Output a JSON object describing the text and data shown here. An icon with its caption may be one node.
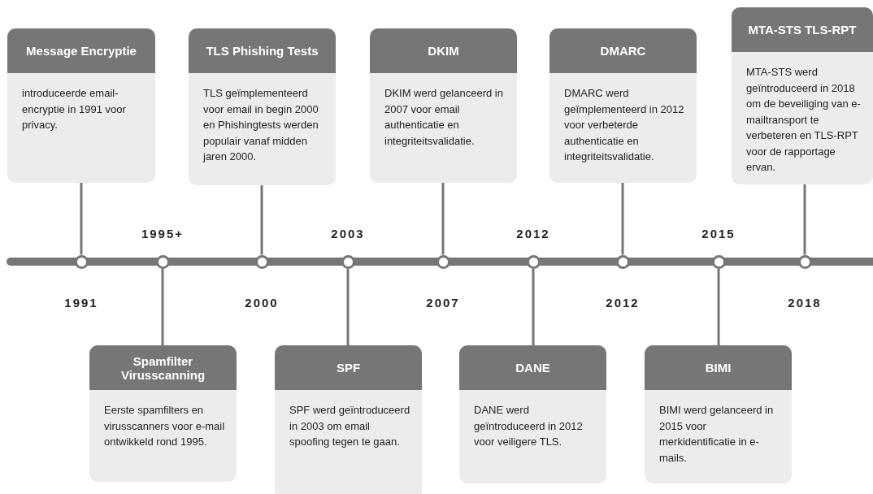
{
  "diagram": {
    "nodes": [
      {
        "text": [
          "Message Encryptie",
          "introduceerde email-encryptie in 1991 voor privacy."
        ]
      },
      {
        "text": [],
        "shape": "circle",
        "beside": [
          "1991"
        ]
      },
      {
        "text": [
          "Spamfilter Virusscanning",
          "Eerste spamfilters en virusscanners voor e-mail ontwikkeld rond 1995."
        ]
      },
      {
        "text": [],
        "shape": "circle",
        "beside": [
          "1995+"
        ]
      },
      {
        "text": [
          "TLS Phishing Tests",
          "TLS geïmplementeerd voor email in begin 2000 en Phishingtests werden populair vanaf midden jaren 2000."
        ]
      },
      {
        "text": [],
        "shape": "circle",
        "beside": [
          "2000"
        ]
      },
      {
        "text": [
          "SPF",
          "SPF werd geïntroduceerd in 2003 om email spoofing tegen te gaan."
        ]
      },
      {
        "text": [],
        "shape": "circle",
        "beside": [
          "2003"
        ]
      },
      {
        "text": [
          "DKIM",
          "DKIM werd gelanceerd in 2007 voor email authenticatie en integriteitsvalidatie."
        ]
      },
      {
        "text": [],
        "shape": "circle",
        "beside": [
          "2007"
        ]
      },
      {
        "text": [
          "DANE",
          "DANE werd geïntroduceerd in 2012 voor veiligere TLS."
        ]
      },
      {
        "text": [],
        "shape": "circle",
        "beside": [
          "2012"
        ]
      },
      {
        "text": [
          "DMARC",
          "DMARC werd geïmplementeerd in 2012 voor verbeterde authenticatie en integriteitsvalidatie."
        ]
      },
      {
        "text": [],
        "shape": "circle",
        "beside": [
          "2012"
        ]
      },
      {
        "text": [
          "BIMI",
          "BIMI werd gelanceerd in 2015 voor merkidentificatie in e-mails."
        ]
      },
      {
        "text": [],
        "shape": "circle",
        "beside": [
          "2015"
        ]
      },
      {
        "text": [
          "MTA-STS TLS-RPT",
          "MTA-STS werd geïntroduceerd in 2018 om de beveiliging van e-mailtransport te verbeteren en TLS-RPT voor de rapportage ervan."
        ]
      },
      {
        "text": [],
        "shape": "circle",
        "beside": [
          "2018"
        ]
      }
    ],
    "edges": [
      {
        "from": 0,
        "to": 1,
        "arrow": "none"
      },
      {
        "from": 2,
        "to": 3,
        "arrow": "none"
      },
      {
        "from": 4,
        "to": 5,
        "arrow": "none"
      },
      {
        "from": 6,
        "to": 7,
        "arrow": "none"
      },
      {
        "from": 8,
        "to": 9,
        "arrow": "none"
      },
      {
        "from": 10,
        "to": 11,
        "arrow": "none"
      },
      {
        "from": 12,
        "to": 13,
        "arrow": "none"
      },
      {
        "from": 14,
        "to": 15,
        "arrow": "none"
      },
      {
        "from": 16,
        "to": 17,
        "arrow": "none"
      }
    ]
  }
}
